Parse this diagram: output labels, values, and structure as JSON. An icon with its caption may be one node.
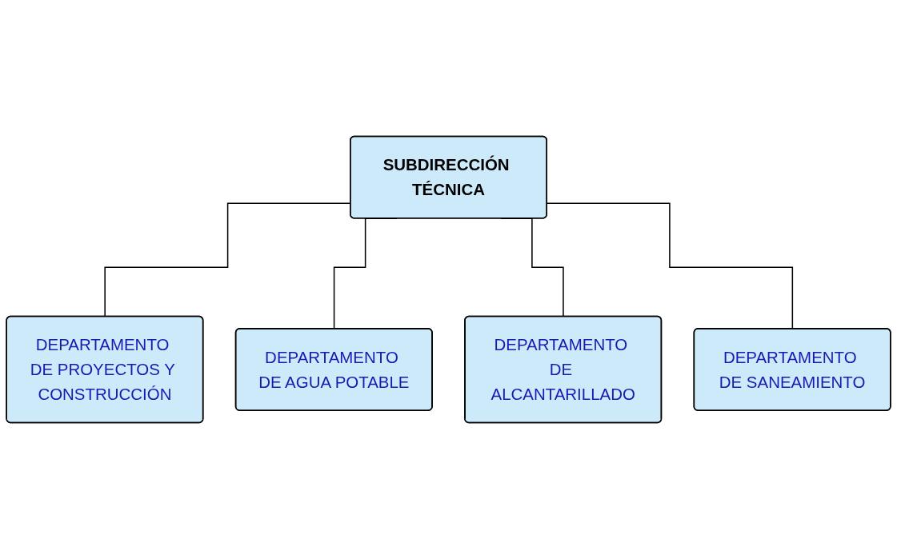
{
  "diagram": {
    "nodes": [
      {
        "text": [
          "SUBDIRECCIÓN TÉCNICA"
        ]
      },
      {
        "text": [
          "DEPARTAMENTO DE PROYECTOS Y CONSTRUCCIÓN"
        ]
      },
      {
        "text": [
          "DEPARTAMENTO DE AGUA POTABLE"
        ]
      },
      {
        "text": [
          "DEPARTAMENTO DE ALCANTARILLADO"
        ]
      },
      {
        "text": [
          "DEPARTAMENTO DE SANEAMIENTO"
        ]
      }
    ],
    "edges": [
      {
        "from": 0,
        "to": 1,
        "arrow": "none"
      },
      {
        "from": 0,
        "to": 2,
        "arrow": "none"
      },
      {
        "from": 0,
        "to": 3,
        "arrow": "none"
      },
      {
        "from": 0,
        "to": 4,
        "arrow": "none"
      }
    ]
  }
}
